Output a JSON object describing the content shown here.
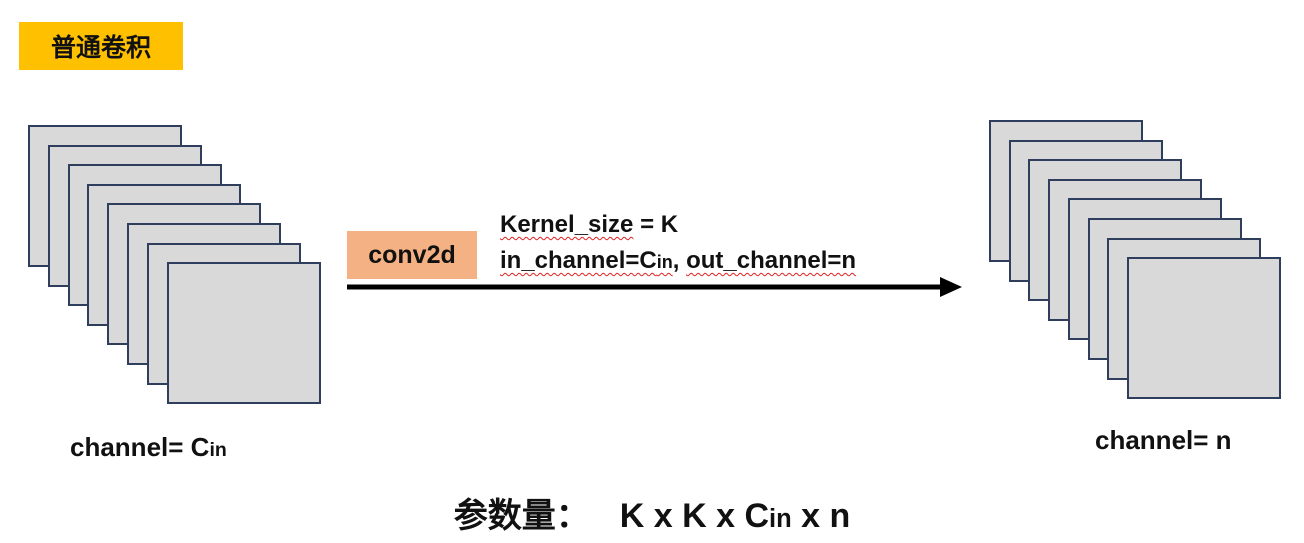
{
  "title": "普通卷积",
  "operation": "conv2d",
  "params": {
    "kernel_prefix": "Kernel_size",
    "kernel_rest": " = K",
    "in_channel_prefix": "in_channel=C",
    "in_channel_sub": "in",
    "separator": ", ",
    "out_channel": "out_channel=n"
  },
  "input_label": {
    "prefix": "channel= C",
    "sub": "in"
  },
  "output_label": "channel= n",
  "formula": {
    "label": "参数量：",
    "expr_prefix": "K x K x C",
    "sub": "in",
    "expr_suffix": " x n"
  },
  "input_sheet_count": 8,
  "output_sheet_count": 8,
  "colors": {
    "title_bg": "#FFC000",
    "op_bg": "#F4B183",
    "sheet_fill": "#D9D9D9",
    "sheet_border": "#2F3E5C",
    "arrow": "#000000"
  }
}
